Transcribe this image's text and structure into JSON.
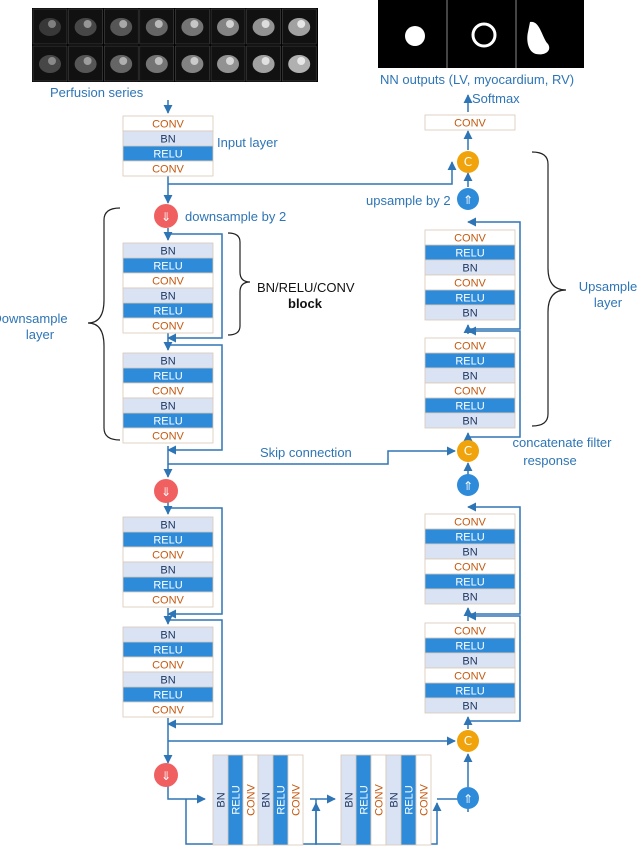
{
  "labels": {
    "perfusion_series": "Perfusion series",
    "nn_outputs": "NN outputs (LV, myocardium, RV)",
    "softmax": "Softmax",
    "input_layer": "Input layer",
    "upsample_by_2": "upsample by 2",
    "downsample_by_2": "downsample by 2",
    "block_line1": "BN/RELU/CONV",
    "block_line2": "block",
    "downsample_layer_line1": "Downsample",
    "downsample_layer_line2": "layer",
    "upsample_layer_line1": "Upsample",
    "upsample_layer_line2": "layer",
    "skip_connection": "Skip connection",
    "concat_line1": "concatenate filter",
    "concat_line2": "response"
  },
  "layer_names": {
    "conv": "CONV",
    "bn": "BN",
    "relu": "RELU"
  },
  "symbols": {
    "concat": "C",
    "down_arrow": "⇓",
    "up_arrow": "⇑"
  },
  "colors": {
    "conv_text": "#c55a11",
    "bn_fill": "#dae3f3",
    "relu_fill": "#2e8bd9",
    "arrow": "#2e75b6",
    "concat_node": "#f0a30a",
    "downsample_node": "#f06060",
    "upsample_node": "#2e8bd9"
  }
}
